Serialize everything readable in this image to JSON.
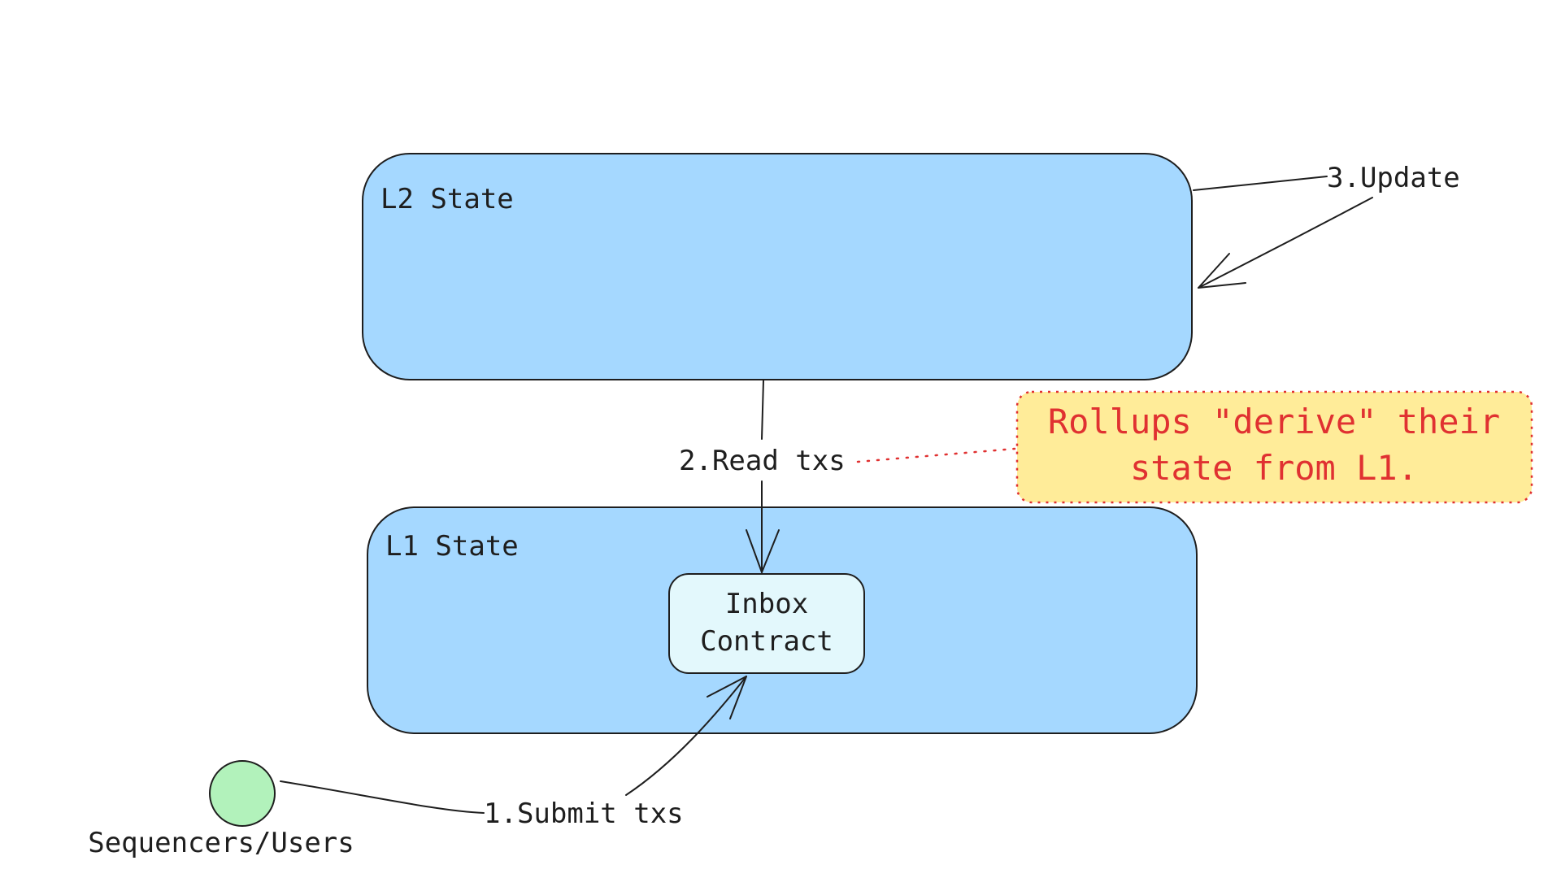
{
  "colors": {
    "state_fill": "#a5d8ff",
    "inbox_fill": "#e3f8fc",
    "node_fill": "#b2f2bb",
    "note_fill": "#ffec99",
    "note_text": "#e03131",
    "note_border": "#e03131",
    "stroke": "#1e1e1e"
  },
  "l2_state": {
    "label": "L2 State"
  },
  "l1_state": {
    "label": "L1 State"
  },
  "inbox": {
    "line1": "Inbox",
    "line2": "Contract"
  },
  "actor": {
    "label": "Sequencers/Users"
  },
  "arrows": {
    "submit": "1.Submit txs",
    "read": "2.Read txs",
    "update": "3.Update"
  },
  "note": {
    "line1": "Rollups \"derive\" their",
    "line2": "state from L1."
  }
}
